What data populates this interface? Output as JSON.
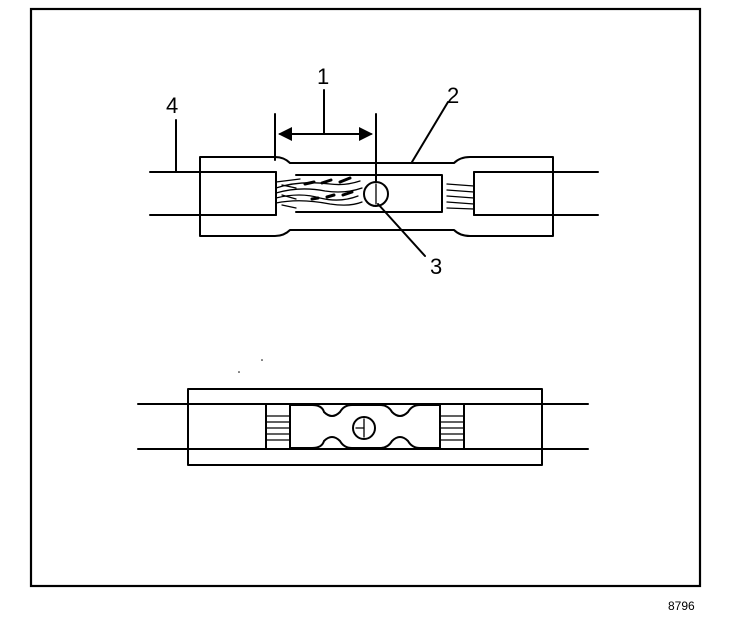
{
  "figure": {
    "callouts": {
      "c1": "1",
      "c2": "2",
      "c3": "3",
      "c4": "4"
    },
    "figure_code": "8796"
  }
}
